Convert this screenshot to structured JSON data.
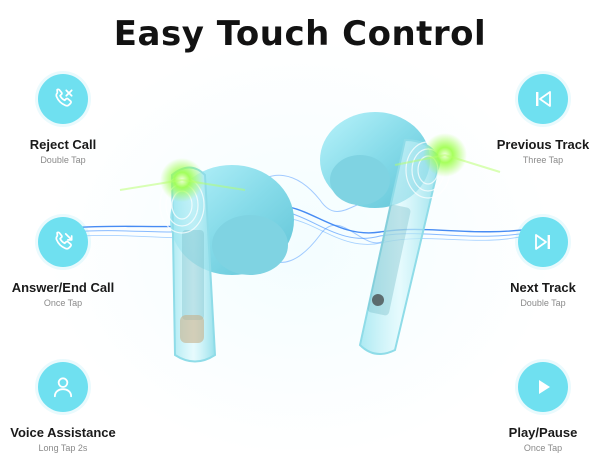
{
  "title": "Easy Touch Control",
  "colors": {
    "accent": "#6fe0f0",
    "earbud": "#8edbe8",
    "wave": "#1a6ef0",
    "glow": "#7cff3c"
  },
  "left_features": [
    {
      "icon": "phone-reject-icon",
      "label": "Reject Call",
      "sub": "Double Tap"
    },
    {
      "icon": "phone-answer-icon",
      "label": "Answer/End Call",
      "sub": "Once Tap"
    },
    {
      "icon": "user-icon",
      "label": "Voice Assistance",
      "sub": "Long Tap 2s"
    }
  ],
  "right_features": [
    {
      "icon": "previous-track-icon",
      "label": "Previous Track",
      "sub": "Three Tap"
    },
    {
      "icon": "next-track-icon",
      "label": "Next Track",
      "sub": "Double Tap"
    },
    {
      "icon": "play-icon",
      "label": "Play/Pause",
      "sub": "Once Tap"
    }
  ]
}
